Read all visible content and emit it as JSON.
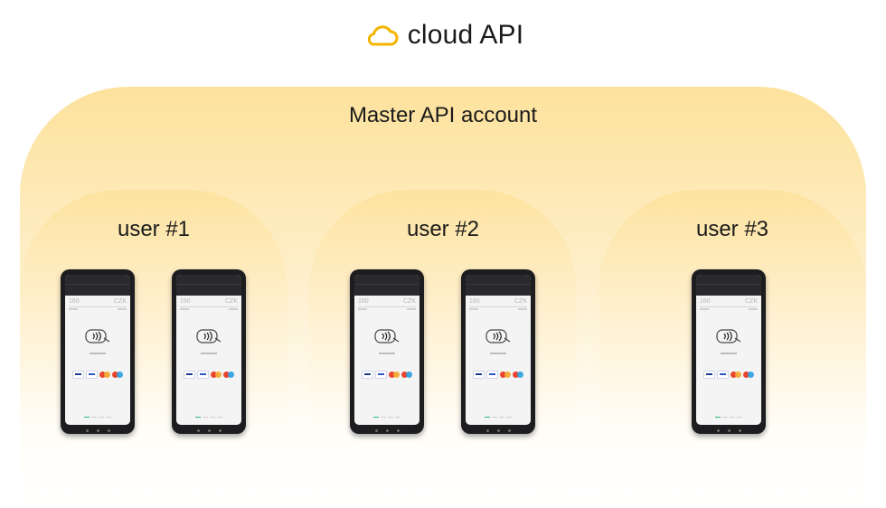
{
  "title": {
    "text": "cloud API",
    "icon": "cloud-icon",
    "icon_color": "#f4b400"
  },
  "master": {
    "label": "Master API account"
  },
  "groups": [
    {
      "label": "user #1",
      "phones": 2
    },
    {
      "label": "user #2",
      "phones": 2
    },
    {
      "label": "user #3",
      "phones": 1
    }
  ],
  "phone_screen": {
    "amount": "160",
    "currency": "CZK"
  },
  "colors": {
    "gradient_top": "#fde29c",
    "accent": "#2bb673"
  }
}
